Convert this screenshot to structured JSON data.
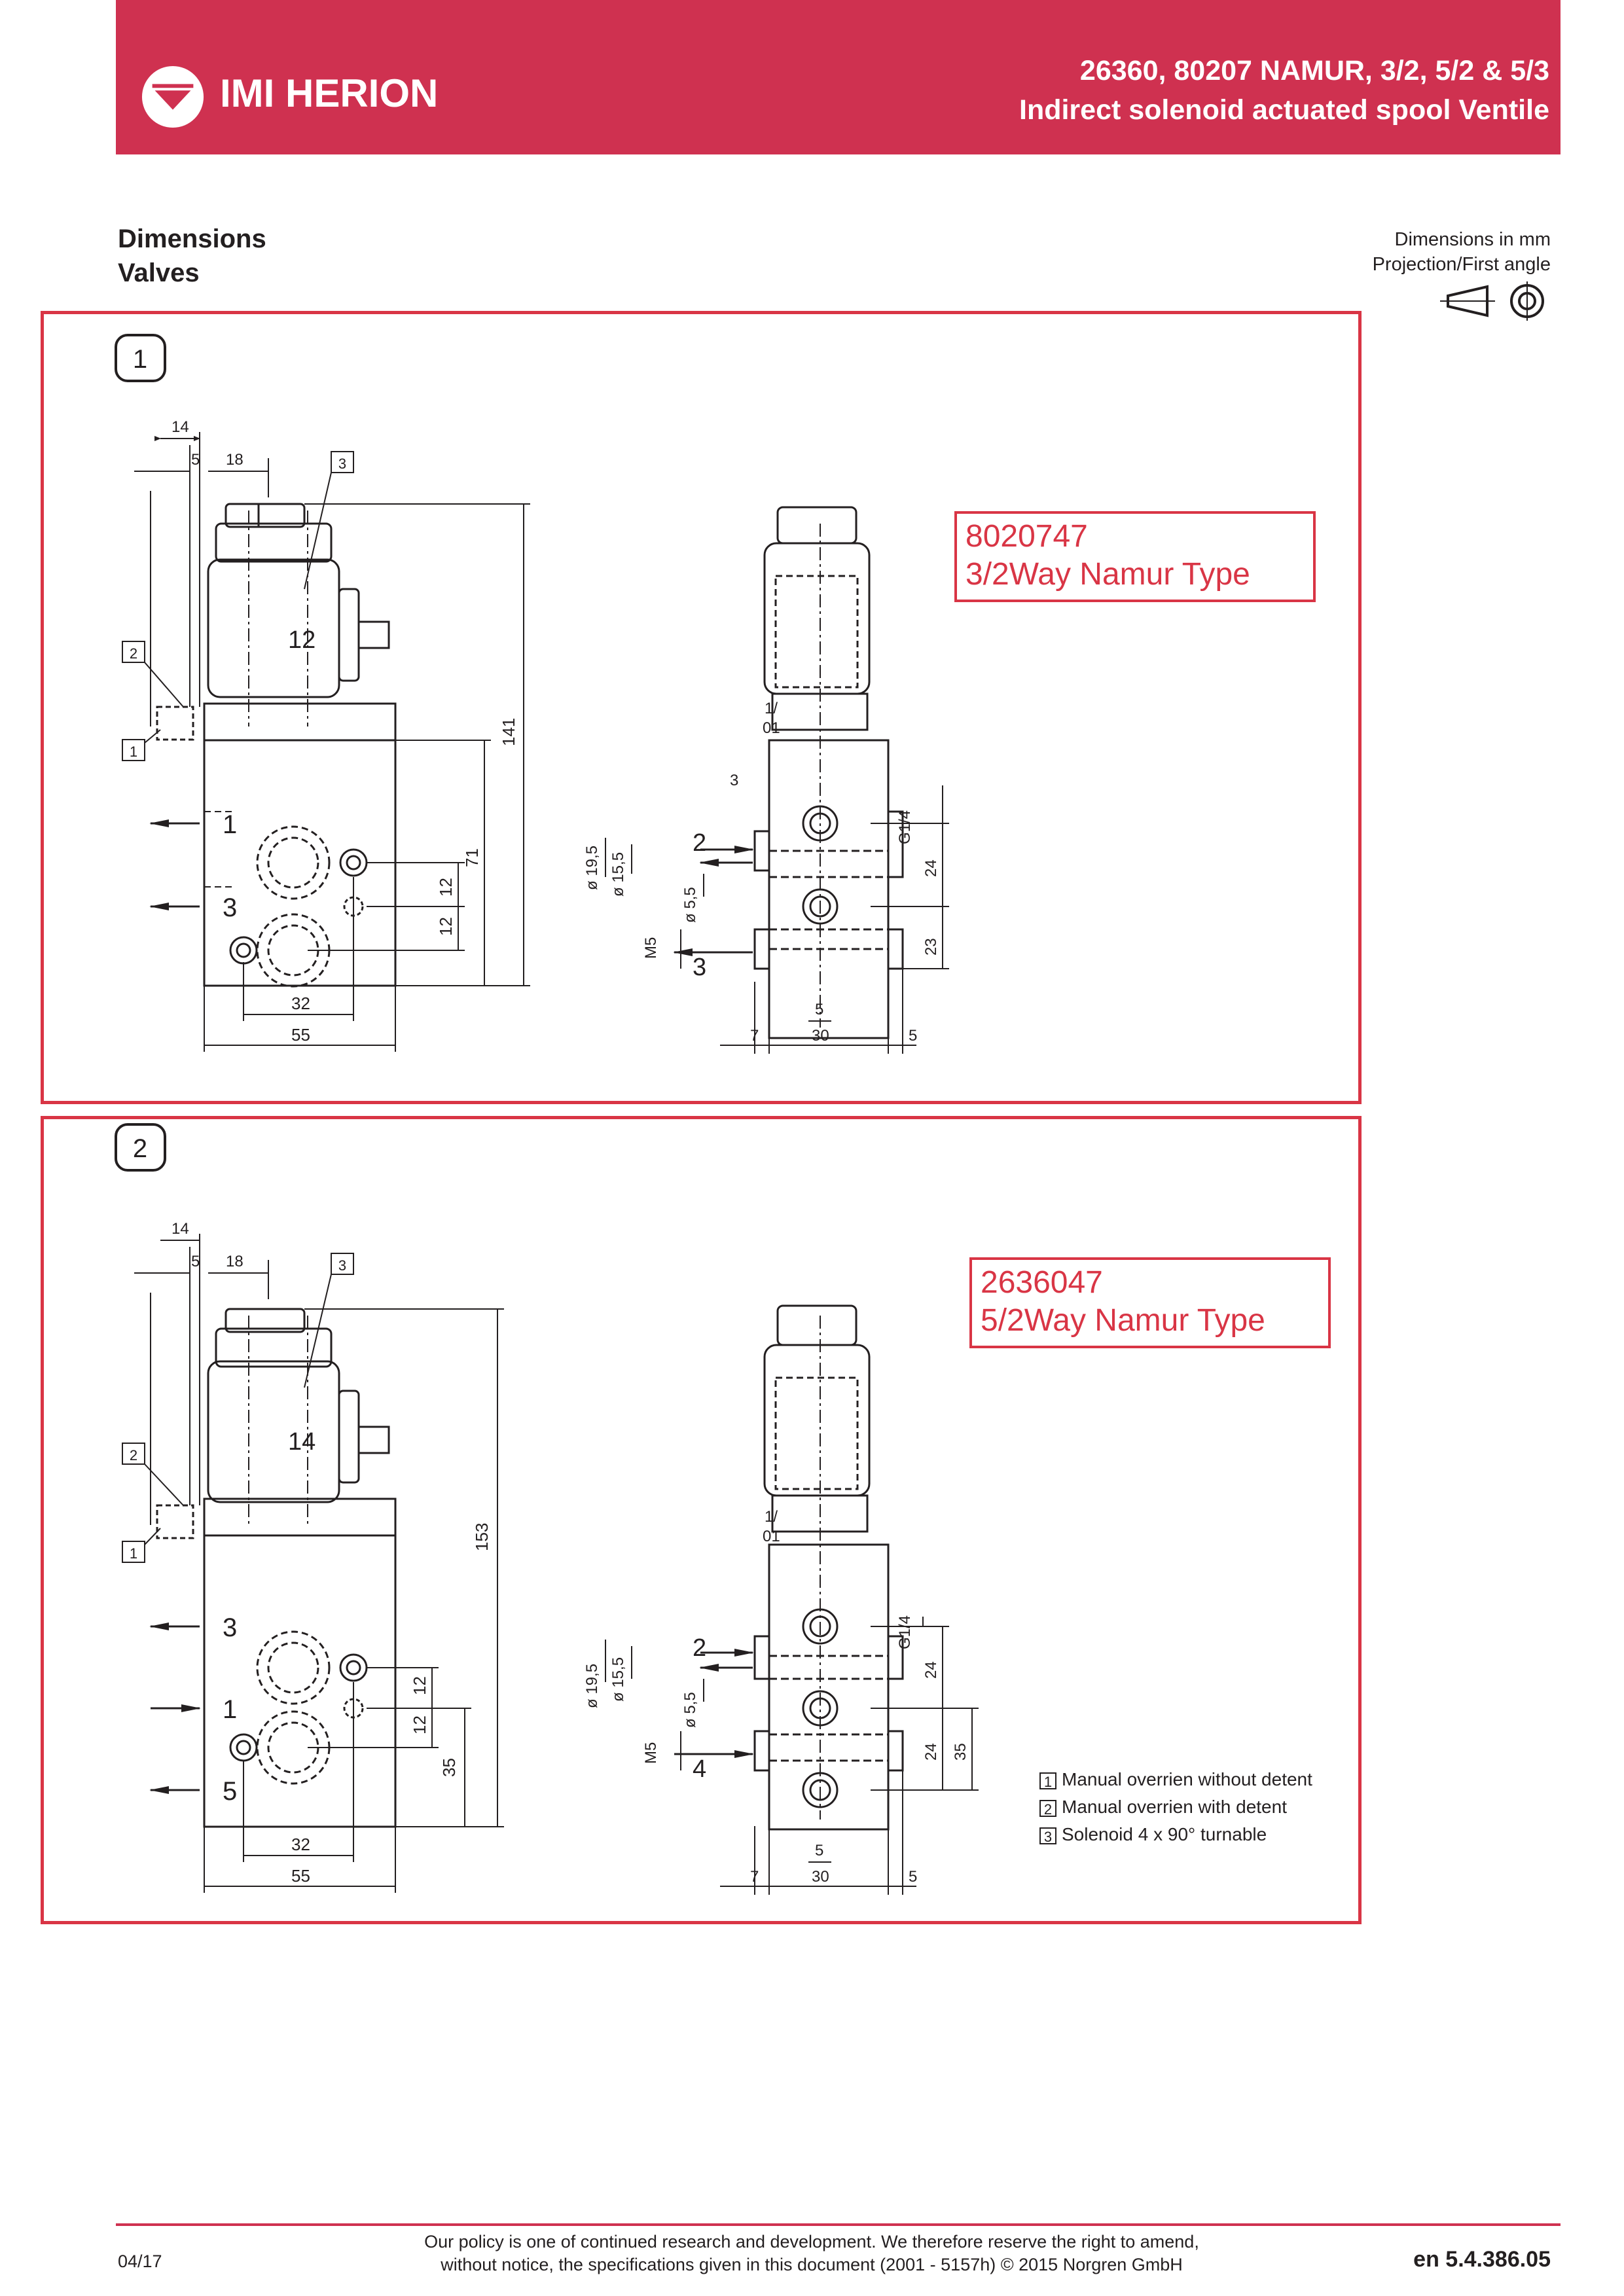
{
  "header": {
    "brand": "IMI HERION",
    "title_line1": "26360, 80207 NAMUR, 3/2, 5/2 & 5/3",
    "title_line2": "Indirect solenoid actuated spool Ventile",
    "background_color": "#cf3150"
  },
  "section": {
    "title_line1": "Dimensions",
    "title_line2": "Valves",
    "units_note": "Dimensions in mm",
    "projection_note": "Projection/First angle",
    "projection_icon": "first-angle-projection-icon"
  },
  "panels": [
    {
      "number": "1",
      "annotation_line1": "8020747",
      "annotation_line2": "3/2Way Namur Type",
      "front": {
        "top_dims": [
          "14",
          "5",
          "18"
        ],
        "callouts": [
          "3",
          "2",
          "1"
        ],
        "solenoid_label": "12",
        "ports": [
          "1",
          "3"
        ],
        "height_overall": "141",
        "height_body": "71",
        "port_spacing_a": "12",
        "port_spacing_b": "12",
        "width_ports": "32",
        "width_body": "55"
      },
      "side": {
        "top_label": "1/",
        "top_label2": "01",
        "dim_3": "3",
        "thread": "G1/4",
        "dia_a": "ø 19,5",
        "dia_b": "ø 15,5",
        "dia_c": "ø 5,5",
        "thread_small": "M5",
        "ports": [
          "2",
          "3"
        ],
        "right_dim_a": "24",
        "right_dim_b": "23",
        "bottom_small": "5",
        "bottom_left": "7",
        "bottom_mid": "30",
        "bottom_right": "5"
      }
    },
    {
      "number": "2",
      "annotation_line1": "2636047",
      "annotation_line2": "5/2Way Namur Type",
      "front": {
        "top_dims": [
          "14",
          "5",
          "18"
        ],
        "callouts": [
          "3",
          "2",
          "1"
        ],
        "solenoid_label": "14",
        "ports": [
          "3",
          "1",
          "5"
        ],
        "height_overall": "153",
        "height_body": "35",
        "port_spacing_a": "12",
        "port_spacing_b": "12",
        "width_ports": "32",
        "width_body": "55"
      },
      "side": {
        "top_label": "1/",
        "top_label2": "01",
        "thread": "G1/4",
        "dia_a": "ø 19,5",
        "dia_b": "ø 15,5",
        "dia_c": "ø 5,5",
        "thread_small": "M5",
        "ports": [
          "2",
          "4"
        ],
        "right_dim_a": "24",
        "right_dim_b": "24",
        "right_dim_c": "35",
        "bottom_small": "5",
        "bottom_left": "7",
        "bottom_mid": "30",
        "bottom_right": "5"
      }
    }
  ],
  "legend": [
    {
      "num": "1",
      "text": "Manual overrien without detent"
    },
    {
      "num": "2",
      "text": "Manual overrien with detent"
    },
    {
      "num": "3",
      "text": "Solenoid 4 x 90° turnable"
    }
  ],
  "footer": {
    "date": "04/17",
    "policy_line1": "Our policy is one of continued research and development. We therefore reserve the right to amend,",
    "policy_line2": "without notice, the specifications given in this document (2001 - 5157h) © 2015 Norgren GmbH",
    "code": "en 5.4.386.05"
  },
  "accent_color": "#d93545"
}
